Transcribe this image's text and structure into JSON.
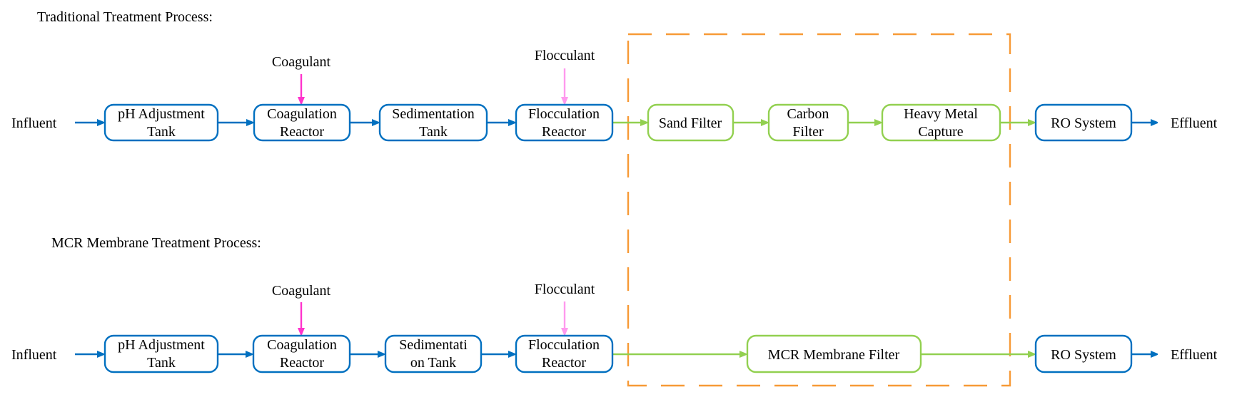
{
  "colors": {
    "blue": "#0070C0",
    "green": "#92D050",
    "orange": "#F79A36",
    "coagulant": "#FF33CC",
    "flocculant": "#FF99EE"
  },
  "traditional": {
    "title": "Traditional Treatment Process:",
    "influent": "Influent",
    "effluent": "Effluent",
    "coagulant": "Coagulant",
    "flocculant": "Flocculant",
    "steps": [
      {
        "lines": [
          "pH Adjustment",
          "Tank"
        ],
        "color": "blue"
      },
      {
        "lines": [
          "Coagulation",
          "Reactor"
        ],
        "color": "blue"
      },
      {
        "lines": [
          "Sedimentation",
          "Tank"
        ],
        "color": "blue"
      },
      {
        "lines": [
          "Flocculation",
          "Reactor"
        ],
        "color": "blue"
      },
      {
        "lines": [
          "Sand Filter"
        ],
        "color": "green"
      },
      {
        "lines": [
          "Carbon",
          "Filter"
        ],
        "color": "green"
      },
      {
        "lines": [
          "Heavy Metal",
          "Capture"
        ],
        "color": "green"
      },
      {
        "lines": [
          "RO System"
        ],
        "color": "blue"
      }
    ]
  },
  "mcr": {
    "title": "MCR Membrane Treatment Process:",
    "influent": "Influent",
    "effluent": "Effluent",
    "coagulant": "Coagulant",
    "flocculant": "Flocculant",
    "steps": [
      {
        "lines": [
          "pH Adjustment",
          "Tank"
        ],
        "color": "blue"
      },
      {
        "lines": [
          "Coagulation",
          "Reactor"
        ],
        "color": "blue"
      },
      {
        "lines": [
          "Sedimentati",
          "on Tank"
        ],
        "color": "blue"
      },
      {
        "lines": [
          "Flocculation",
          "Reactor"
        ],
        "color": "blue"
      },
      {
        "lines": [
          "MCR Membrane Filter"
        ],
        "color": "green"
      },
      {
        "lines": [
          "RO System"
        ],
        "color": "blue"
      }
    ]
  }
}
